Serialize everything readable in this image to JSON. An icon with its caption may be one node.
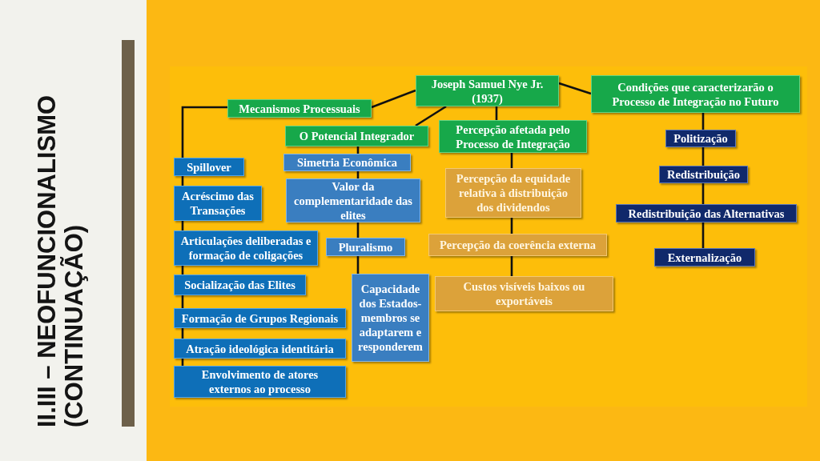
{
  "diagram": {
    "title": "II.III – NEOFUNCIONALISMO (CONTINUAÇÃO)",
    "nodes": [
      {
        "text": [
          "Joseph Samuel Nye Jr. (1937)"
        ]
      },
      {
        "text": [
          "Mecanismos Processuais"
        ]
      },
      {
        "text": [
          "O Potencial Integrador"
        ]
      },
      {
        "text": [
          "Percepção afetada pelo Processo de Integração"
        ]
      },
      {
        "text": [
          "Condições que caracterizarão o Processo de Integração no Futuro"
        ]
      },
      {
        "text": [
          "Spillover"
        ]
      },
      {
        "text": [
          "Acréscimo das Transações"
        ]
      },
      {
        "text": [
          "Articulações deliberadas e formação de coligações"
        ]
      },
      {
        "text": [
          "Socialização das Elites"
        ]
      },
      {
        "text": [
          "Formação de Grupos Regionais"
        ]
      },
      {
        "text": [
          "Atração ideológica identitária"
        ]
      },
      {
        "text": [
          "Envolvimento de atores externos ao processo"
        ]
      },
      {
        "text": [
          "Simetria Econômica"
        ]
      },
      {
        "text": [
          "Valor da complementaridade das elites"
        ]
      },
      {
        "text": [
          "Pluralismo"
        ]
      },
      {
        "text": [
          "Capacidade dos Estados-membros se adaptarem e responderem"
        ]
      },
      {
        "text": [
          "Percepção da equidade relativa à distribuição dos dividendos"
        ]
      },
      {
        "text": [
          "Percepção da coerência externa"
        ]
      },
      {
        "text": [
          "Custos visíveis baixos ou exportáveis"
        ]
      },
      {
        "text": [
          "Politização"
        ]
      },
      {
        "text": [
          "Redistribuição"
        ]
      },
      {
        "text": [
          "Redistribuição das Alternativas"
        ]
      },
      {
        "text": [
          "Externalização"
        ]
      }
    ],
    "edges": [
      {
        "from": 0,
        "to": 1,
        "arrow": "none"
      },
      {
        "from": 0,
        "to": 2,
        "arrow": "none"
      },
      {
        "from": 0,
        "to": 3,
        "arrow": "none"
      },
      {
        "from": 0,
        "to": 4,
        "arrow": "none"
      },
      {
        "from": 1,
        "to": 5,
        "arrow": "none"
      },
      {
        "from": 5,
        "to": 6,
        "arrow": "none"
      },
      {
        "from": 6,
        "to": 7,
        "arrow": "none"
      },
      {
        "from": 7,
        "to": 8,
        "arrow": "none"
      },
      {
        "from": 8,
        "to": 9,
        "arrow": "none"
      },
      {
        "from": 9,
        "to": 10,
        "arrow": "none"
      },
      {
        "from": 10,
        "to": 11,
        "arrow": "none"
      },
      {
        "from": 2,
        "to": 12,
        "arrow": "none"
      },
      {
        "from": 12,
        "to": 13,
        "arrow": "none"
      },
      {
        "from": 13,
        "to": 14,
        "arrow": "none"
      },
      {
        "from": 14,
        "to": 15,
        "arrow": "none"
      },
      {
        "from": 3,
        "to": 16,
        "arrow": "none"
      },
      {
        "from": 16,
        "to": 17,
        "arrow": "none"
      },
      {
        "from": 17,
        "to": 18,
        "arrow": "none"
      },
      {
        "from": 4,
        "to": 19,
        "arrow": "none"
      },
      {
        "from": 19,
        "to": 20,
        "arrow": "none"
      },
      {
        "from": 20,
        "to": 21,
        "arrow": "none"
      },
      {
        "from": 21,
        "to": 22,
        "arrow": "none"
      }
    ]
  }
}
